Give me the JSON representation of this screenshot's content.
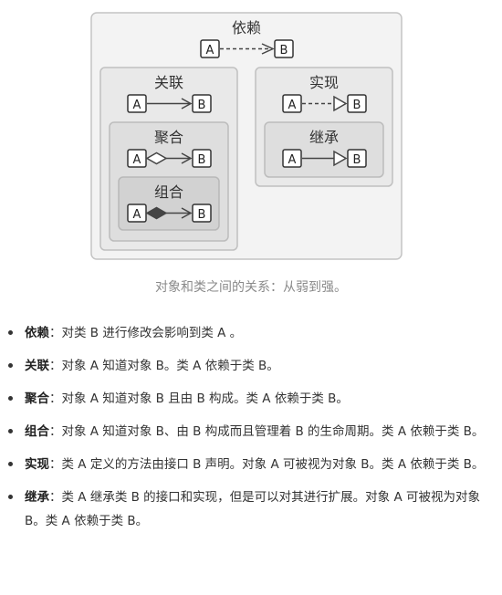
{
  "diagram": {
    "dependency": {
      "label": "依赖"
    },
    "association": {
      "label": "关联"
    },
    "aggregation": {
      "label": "聚合"
    },
    "composition": {
      "label": "组合"
    },
    "realization": {
      "label": "实现"
    },
    "inheritance": {
      "label": "继承"
    },
    "class_a": "A",
    "class_b": "B"
  },
  "caption": "对象和类之间的关系：从弱到强。",
  "items": [
    {
      "term": "依赖",
      "sep": "：",
      "text": "对类 B 进行修改会影响到类 A 。"
    },
    {
      "term": "关联",
      "sep": "：",
      "text": "对象 A 知道对象 B。类 A 依赖于类 B。"
    },
    {
      "term": "聚合",
      "sep": "：",
      "text": "对象 A 知道对象 B 且由 B 构成。类 A 依赖于类 B。"
    },
    {
      "term": "组合",
      "sep": "：",
      "text": "对象 A 知道对象 B、由 B 构成而且管理着 B 的生命周期。类 A 依赖于类 B。"
    },
    {
      "term": "实现",
      "sep": "：",
      "text": "类 A 定义的方法由接口 B 声明。对象 A 可被视为对象 B。类 A 依赖于类 B。"
    },
    {
      "term": "继承",
      "sep": "：",
      "text": "类 A 继承类 B 的接口和实现，但是可以对其进行扩展。对象 A 可被视为对象 B。类 A 依赖于类 B。"
    }
  ]
}
